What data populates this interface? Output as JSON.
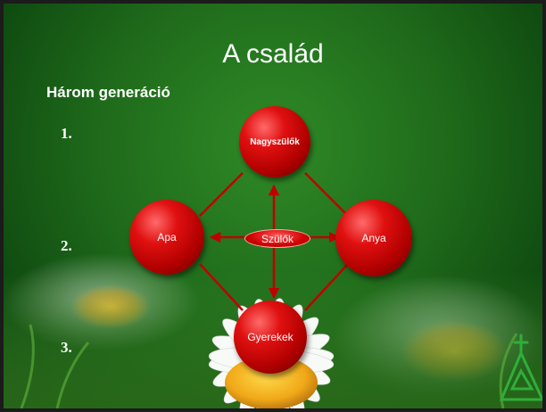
{
  "slide": {
    "title": "A család",
    "subtitle": "Három generáció",
    "numbers": [
      "1.",
      "2.",
      "3."
    ]
  },
  "diagram": {
    "nodes": {
      "grandparents": "Nagyszülők",
      "father": "Apa",
      "mother": "Anya",
      "parents": "Szülők",
      "children": "Gyerekek"
    },
    "node_color": "#d00000",
    "arrow_color": "#c00000"
  },
  "background": {
    "colors": {
      "green": "#1f6b1b",
      "petal": "#ffffff",
      "center": "#f2b321"
    }
  }
}
